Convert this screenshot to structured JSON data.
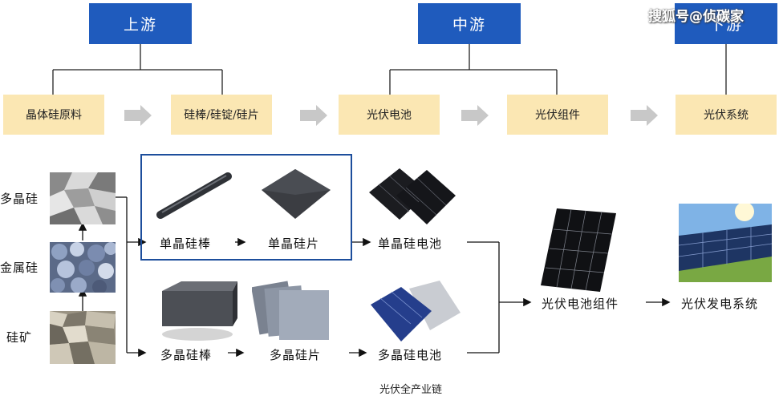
{
  "watermark": "搜狐号@侦碳家",
  "stages": {
    "upstream": "上游",
    "midstream": "中游",
    "downstream": "下游"
  },
  "segments": [
    "晶体硅原料",
    "硅棒/硅锭/硅片",
    "光伏电池",
    "光伏组件",
    "光伏系统"
  ],
  "raw_materials": {
    "polysilicon": "多晶硅",
    "metal_silicon": "金属硅",
    "silicon_ore": "硅矿"
  },
  "mono_chain": {
    "rod": "单晶硅棒",
    "wafer": "单晶硅片",
    "cell": "单晶硅电池"
  },
  "poly_chain": {
    "ingot": "多晶硅棒",
    "wafer": "多晶硅片",
    "cell": "多晶硅电池"
  },
  "module": "光伏电池组件",
  "system": "光伏发电系统",
  "caption": "光伏全产业链",
  "colors": {
    "stage_blue": "#1f5bbd",
    "segment_yellow": "#fbe7b3",
    "frame_blue": "#1d4e9c",
    "arrow_gray": "#c8c8c8"
  }
}
